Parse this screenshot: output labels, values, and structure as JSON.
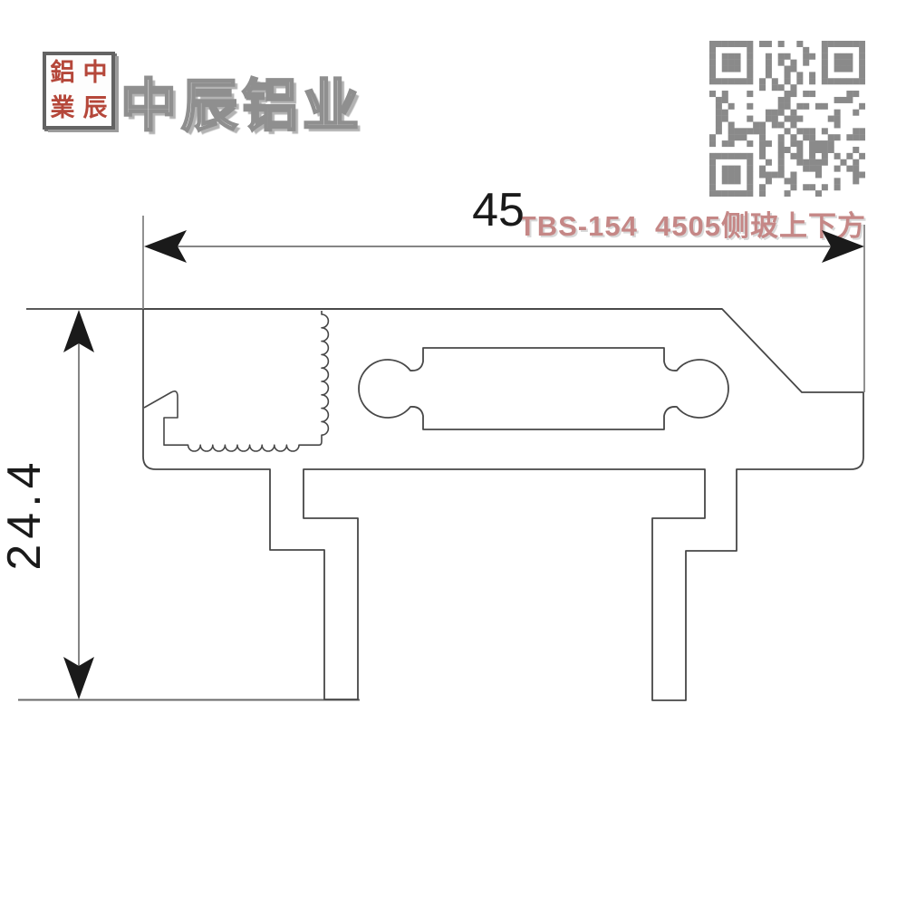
{
  "page": {
    "background": "#ffffff"
  },
  "logo": {
    "seal_chars": [
      "鋁",
      "中",
      "業",
      "辰"
    ],
    "seal_text_color": "#b5473a",
    "title": "中辰铝业"
  },
  "qr": {
    "name": "qr-code",
    "module_color": "#8a8a8a"
  },
  "drawing": {
    "title": "TBS-154  4505侧玻上下方",
    "title_color": "#c58786",
    "line_color": "#474747",
    "dim_line_color": "#858585",
    "arrow_color": "#1a1a1a",
    "dimensions": {
      "width": {
        "label": "45"
      },
      "height": {
        "label": "24.4"
      }
    }
  }
}
